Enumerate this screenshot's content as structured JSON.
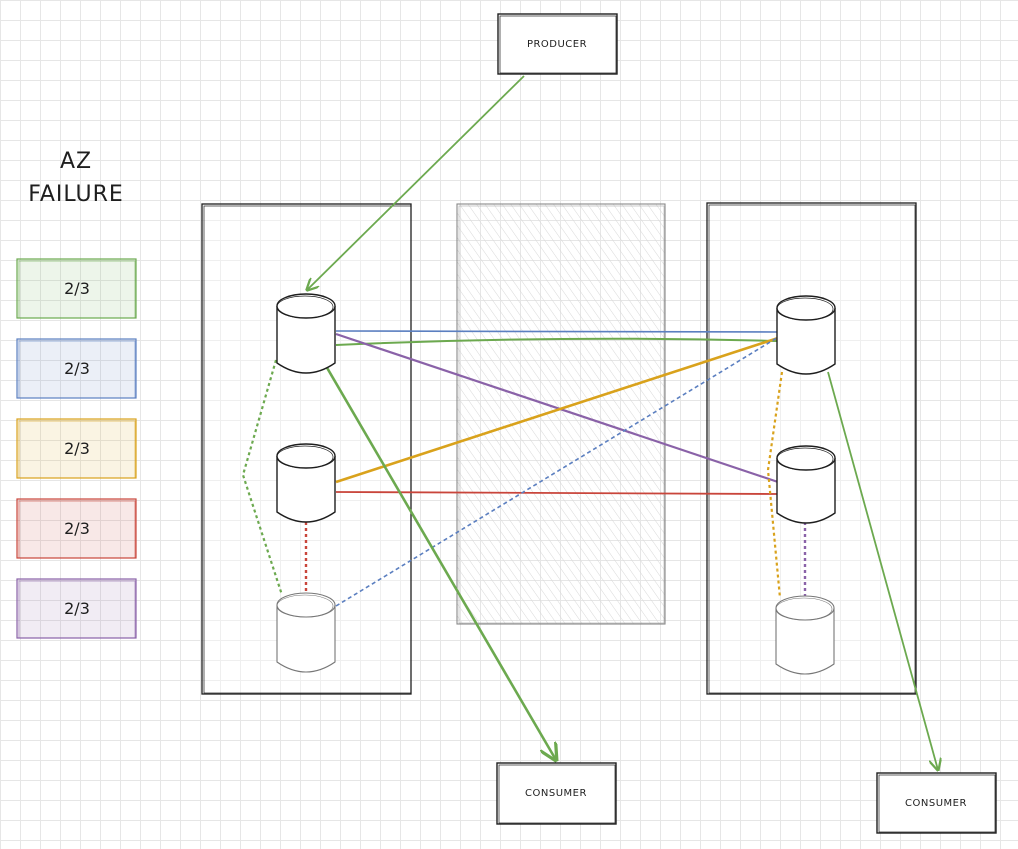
{
  "title": {
    "line1": "AZ",
    "line2": "FAILURE"
  },
  "nodes": {
    "producer": "PRODUCER",
    "consumer_left": "CONSUMER",
    "consumer_right": "CONSUMER"
  },
  "legend": [
    {
      "label": "2/3",
      "color": "#6ca94f"
    },
    {
      "label": "2/3",
      "color": "#5b7fc0"
    },
    {
      "label": "2/3",
      "color": "#d9a21c"
    },
    {
      "label": "2/3",
      "color": "#c9453b"
    },
    {
      "label": "2/3",
      "color": "#8a62a8"
    }
  ],
  "colors": {
    "green": "#6ca94f",
    "blue": "#5b7fc0",
    "yellow": "#d9a21c",
    "red": "#c9453b",
    "purple": "#8a62a8",
    "ink": "#1e1e1e",
    "faded": "#777777"
  }
}
